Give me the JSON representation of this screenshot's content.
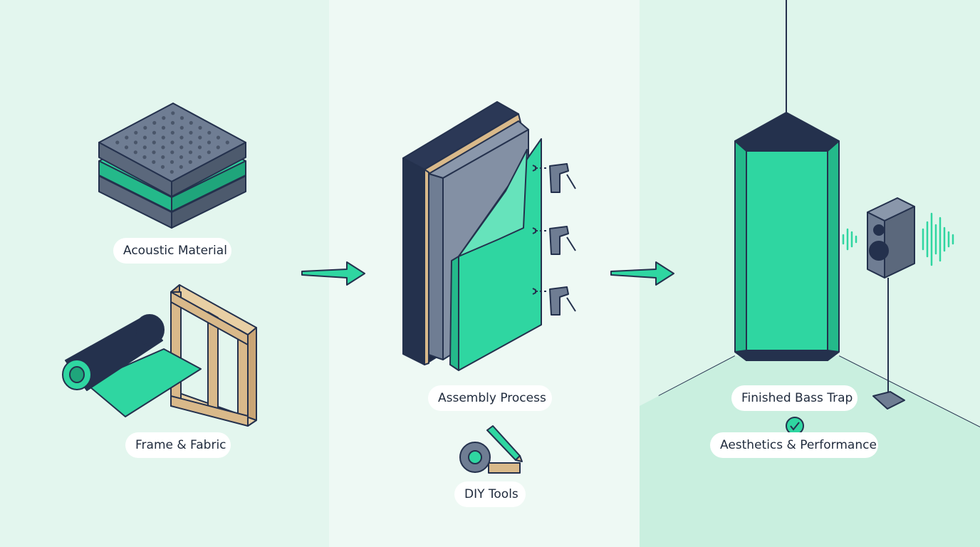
{
  "panels": {
    "materials": {
      "acoustic_label": "Acoustic Material",
      "frame_label": "Frame & Fabric"
    },
    "assembly": {
      "process_label": "Assembly Process",
      "tools_label": "DIY Tools"
    },
    "result": {
      "trap_label": "Finished Bass Trap",
      "quality_label": "Aesthetics & Performance"
    }
  },
  "colors": {
    "navy": "#24314d",
    "teal": "#2fd6a1",
    "gray": "#6f7d93",
    "wood": "#d9b98a",
    "panel_left_bg": "#e3f6ee",
    "panel_mid_bg": "#ecf8f3",
    "panel_right_bg": "#dff5ec"
  }
}
